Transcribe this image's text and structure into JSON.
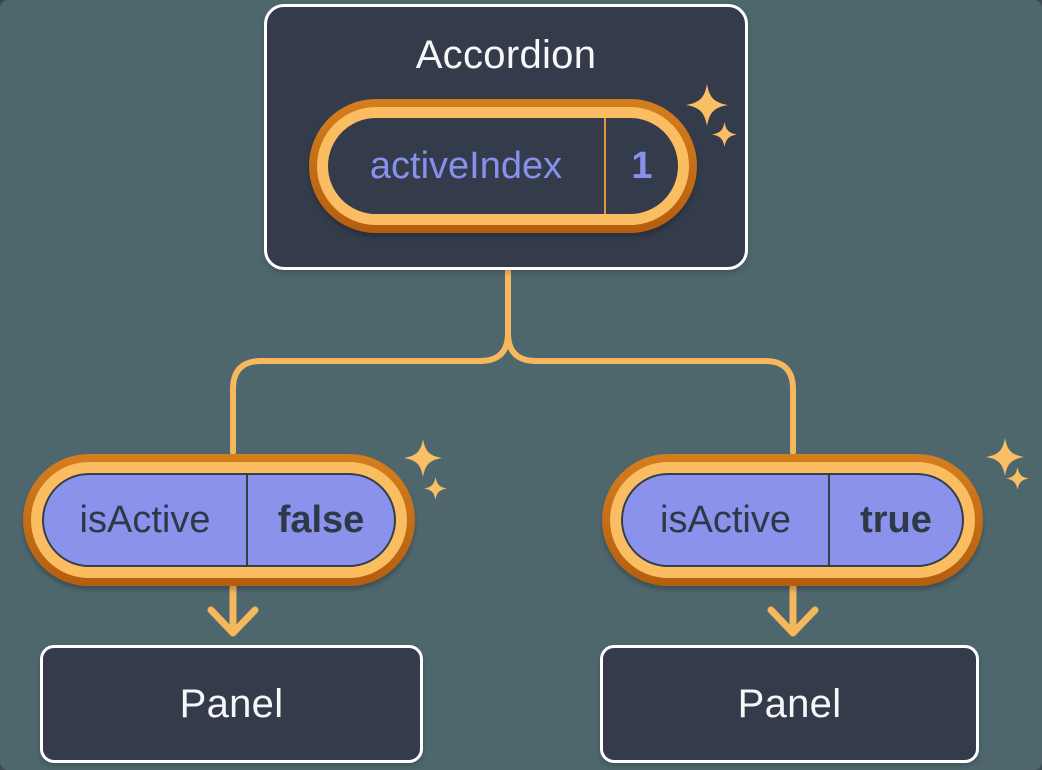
{
  "colors": {
    "background": "#4E676D",
    "box_fill": "#343C4B",
    "box_border": "#FFFFFF",
    "ring_outer": "#C9701A",
    "ring_inner": "#FABD62",
    "connector": "#F6B75D",
    "sparkle": "#F9BE66",
    "pill_purple_fill": "#8A92EC",
    "text_light": "#F6F7F9",
    "text_periwinkle": "#8791EC",
    "text_dark": "#2F3847"
  },
  "icons": {
    "sparkle": "four-point-star"
  },
  "root_component": {
    "title": "Accordion",
    "state_pill": {
      "label": "activeIndex",
      "value": "1"
    }
  },
  "children": [
    {
      "prop_pill": {
        "label": "isActive",
        "value": "false"
      },
      "panel_label": "Panel"
    },
    {
      "prop_pill": {
        "label": "isActive",
        "value": "true"
      },
      "panel_label": "Panel"
    }
  ]
}
